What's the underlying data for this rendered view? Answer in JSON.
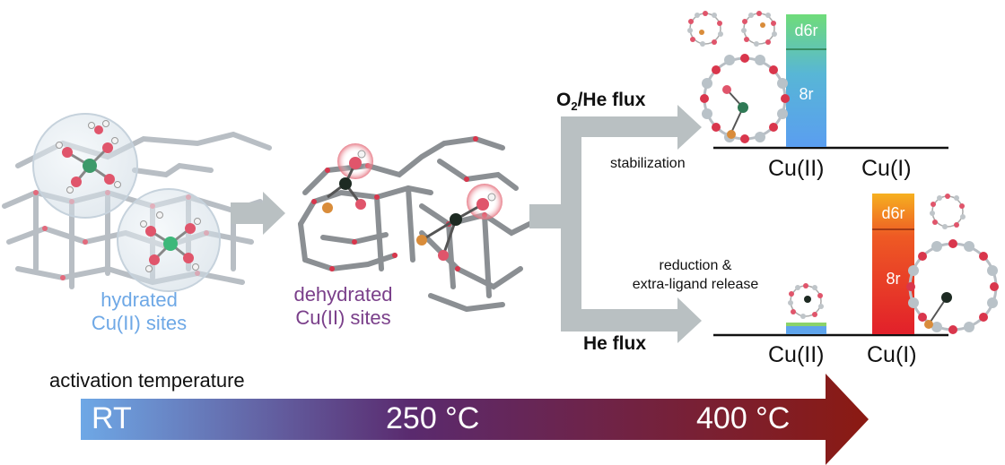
{
  "labels": {
    "hydrated": [
      "hydrated",
      "Cu(II) sites"
    ],
    "dehydrated": [
      "dehydrated",
      "Cu(II) sites"
    ],
    "o2_flux_main": "O",
    "o2_flux_sub": "2",
    "o2_flux_rest": "/He flux",
    "he_flux": "He flux",
    "stabilization": "stabilization",
    "reduction": [
      "reduction &",
      "extra-ligand release"
    ],
    "activation": "activation temperature"
  },
  "top_chart": {
    "axis_labels": [
      "Cu(II)",
      "Cu(I)"
    ],
    "bar_segments": [
      "d6r",
      "8r"
    ]
  },
  "bottom_chart": {
    "axis_labels": [
      "Cu(II)",
      "Cu(I)"
    ],
    "bar_segments": [
      "d6r",
      "8r"
    ]
  },
  "temperature_bar": {
    "ticks": [
      "RT",
      "250 °C",
      "400 °C"
    ],
    "colors": [
      "#6ea8e6",
      "#5a2a6e",
      "#8b1a12"
    ]
  },
  "colors": {
    "arrow_gray": "#b9c0c2",
    "blue_bar": "#5ea4ec",
    "green_top": "#7fd08a",
    "red_bar": "#e0242a",
    "orange_top": "#f5a623"
  }
}
